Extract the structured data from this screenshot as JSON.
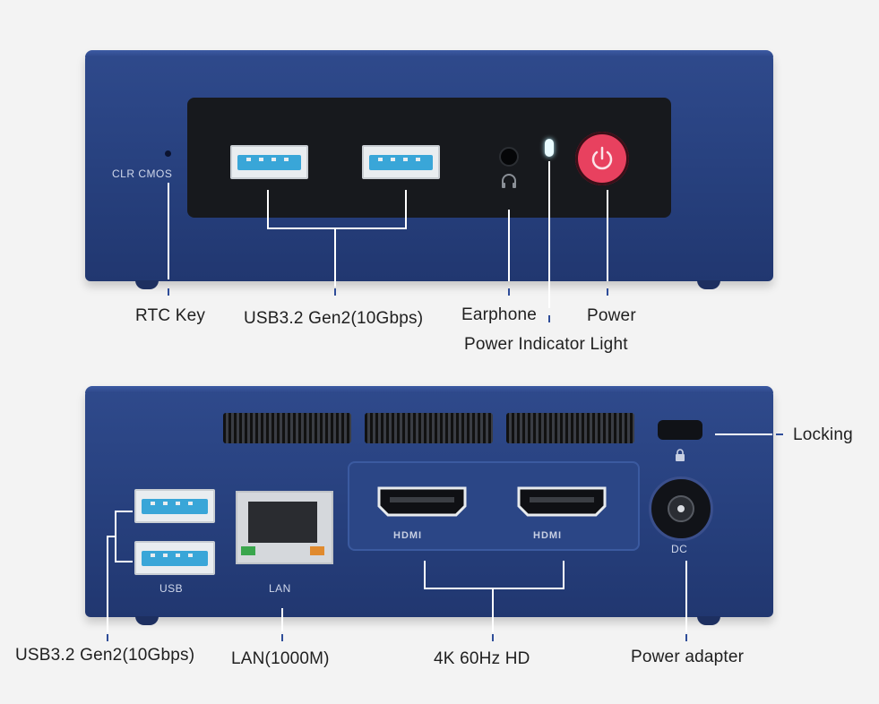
{
  "front": {
    "labels": {
      "clr_cmos": "CLR CMOS",
      "rtc_key": "RTC Key",
      "usb": "USB3.2 Gen2(10Gbps)",
      "earphone": "Earphone",
      "power": "Power",
      "power_indicator": "Power Indicator Light"
    }
  },
  "back": {
    "labels": {
      "usb_port": "USB",
      "lan_port": "LAN",
      "hdmi_1": "HDMI",
      "hdmi_2": "HDMI",
      "dc": "DC",
      "locking": "Locking",
      "usb": "USB3.2 Gen2(10Gbps)",
      "lan": "LAN(1000M)",
      "hdmi": "4K 60Hz HD",
      "power_adapter": "Power adapter"
    }
  },
  "colors": {
    "body": "#263f7c",
    "panel": "#17191d",
    "usb_tongue": "#39a6d8",
    "power_button": "#e8415f",
    "indicator": "#dff7ff"
  }
}
